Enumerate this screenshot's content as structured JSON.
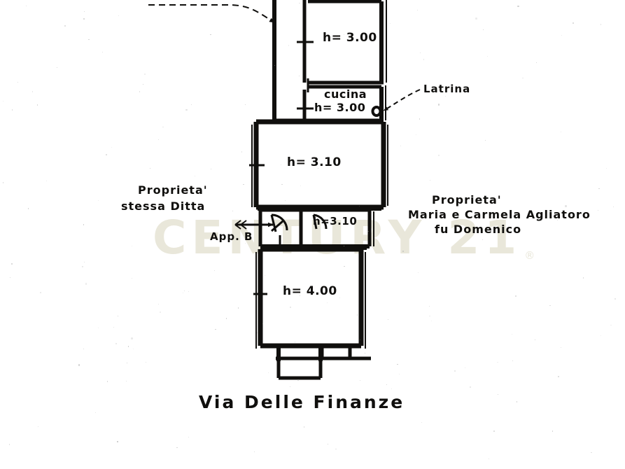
{
  "document": {
    "type": "architectural-floor-plan",
    "language": "it",
    "street_label": "Via  Delle  Finanze"
  },
  "watermark": {
    "text": "CENTURY 21",
    "registered_mark": "®",
    "color": "#e9e7da"
  },
  "rooms": [
    {
      "id": "room-top",
      "height_label": "h= 3.00",
      "name_label": ""
    },
    {
      "id": "room-cucina",
      "height_label": "h= 3.00",
      "name_label": "cucina"
    },
    {
      "id": "room-middle",
      "height_label": "h= 3.10",
      "name_label": ""
    },
    {
      "id": "room-corridor",
      "height_label": "h=3.10",
      "name_label": ""
    },
    {
      "id": "room-bottom",
      "height_label": "h= 4.00",
      "name_label": ""
    }
  ],
  "annotations": {
    "latrina": "Latrina",
    "apartment": "App. B",
    "property_left": {
      "line1": "Proprieta'",
      "line2": "stessa  Ditta"
    },
    "property_right": {
      "line1": "Proprieta'",
      "line2": "Maria  e  Carmela  Agliatoro",
      "line3": "fu   Domenico"
    }
  },
  "colors": {
    "ink": "#100f0d",
    "paper": "#ffffff",
    "watermark": "#e9e7da"
  }
}
